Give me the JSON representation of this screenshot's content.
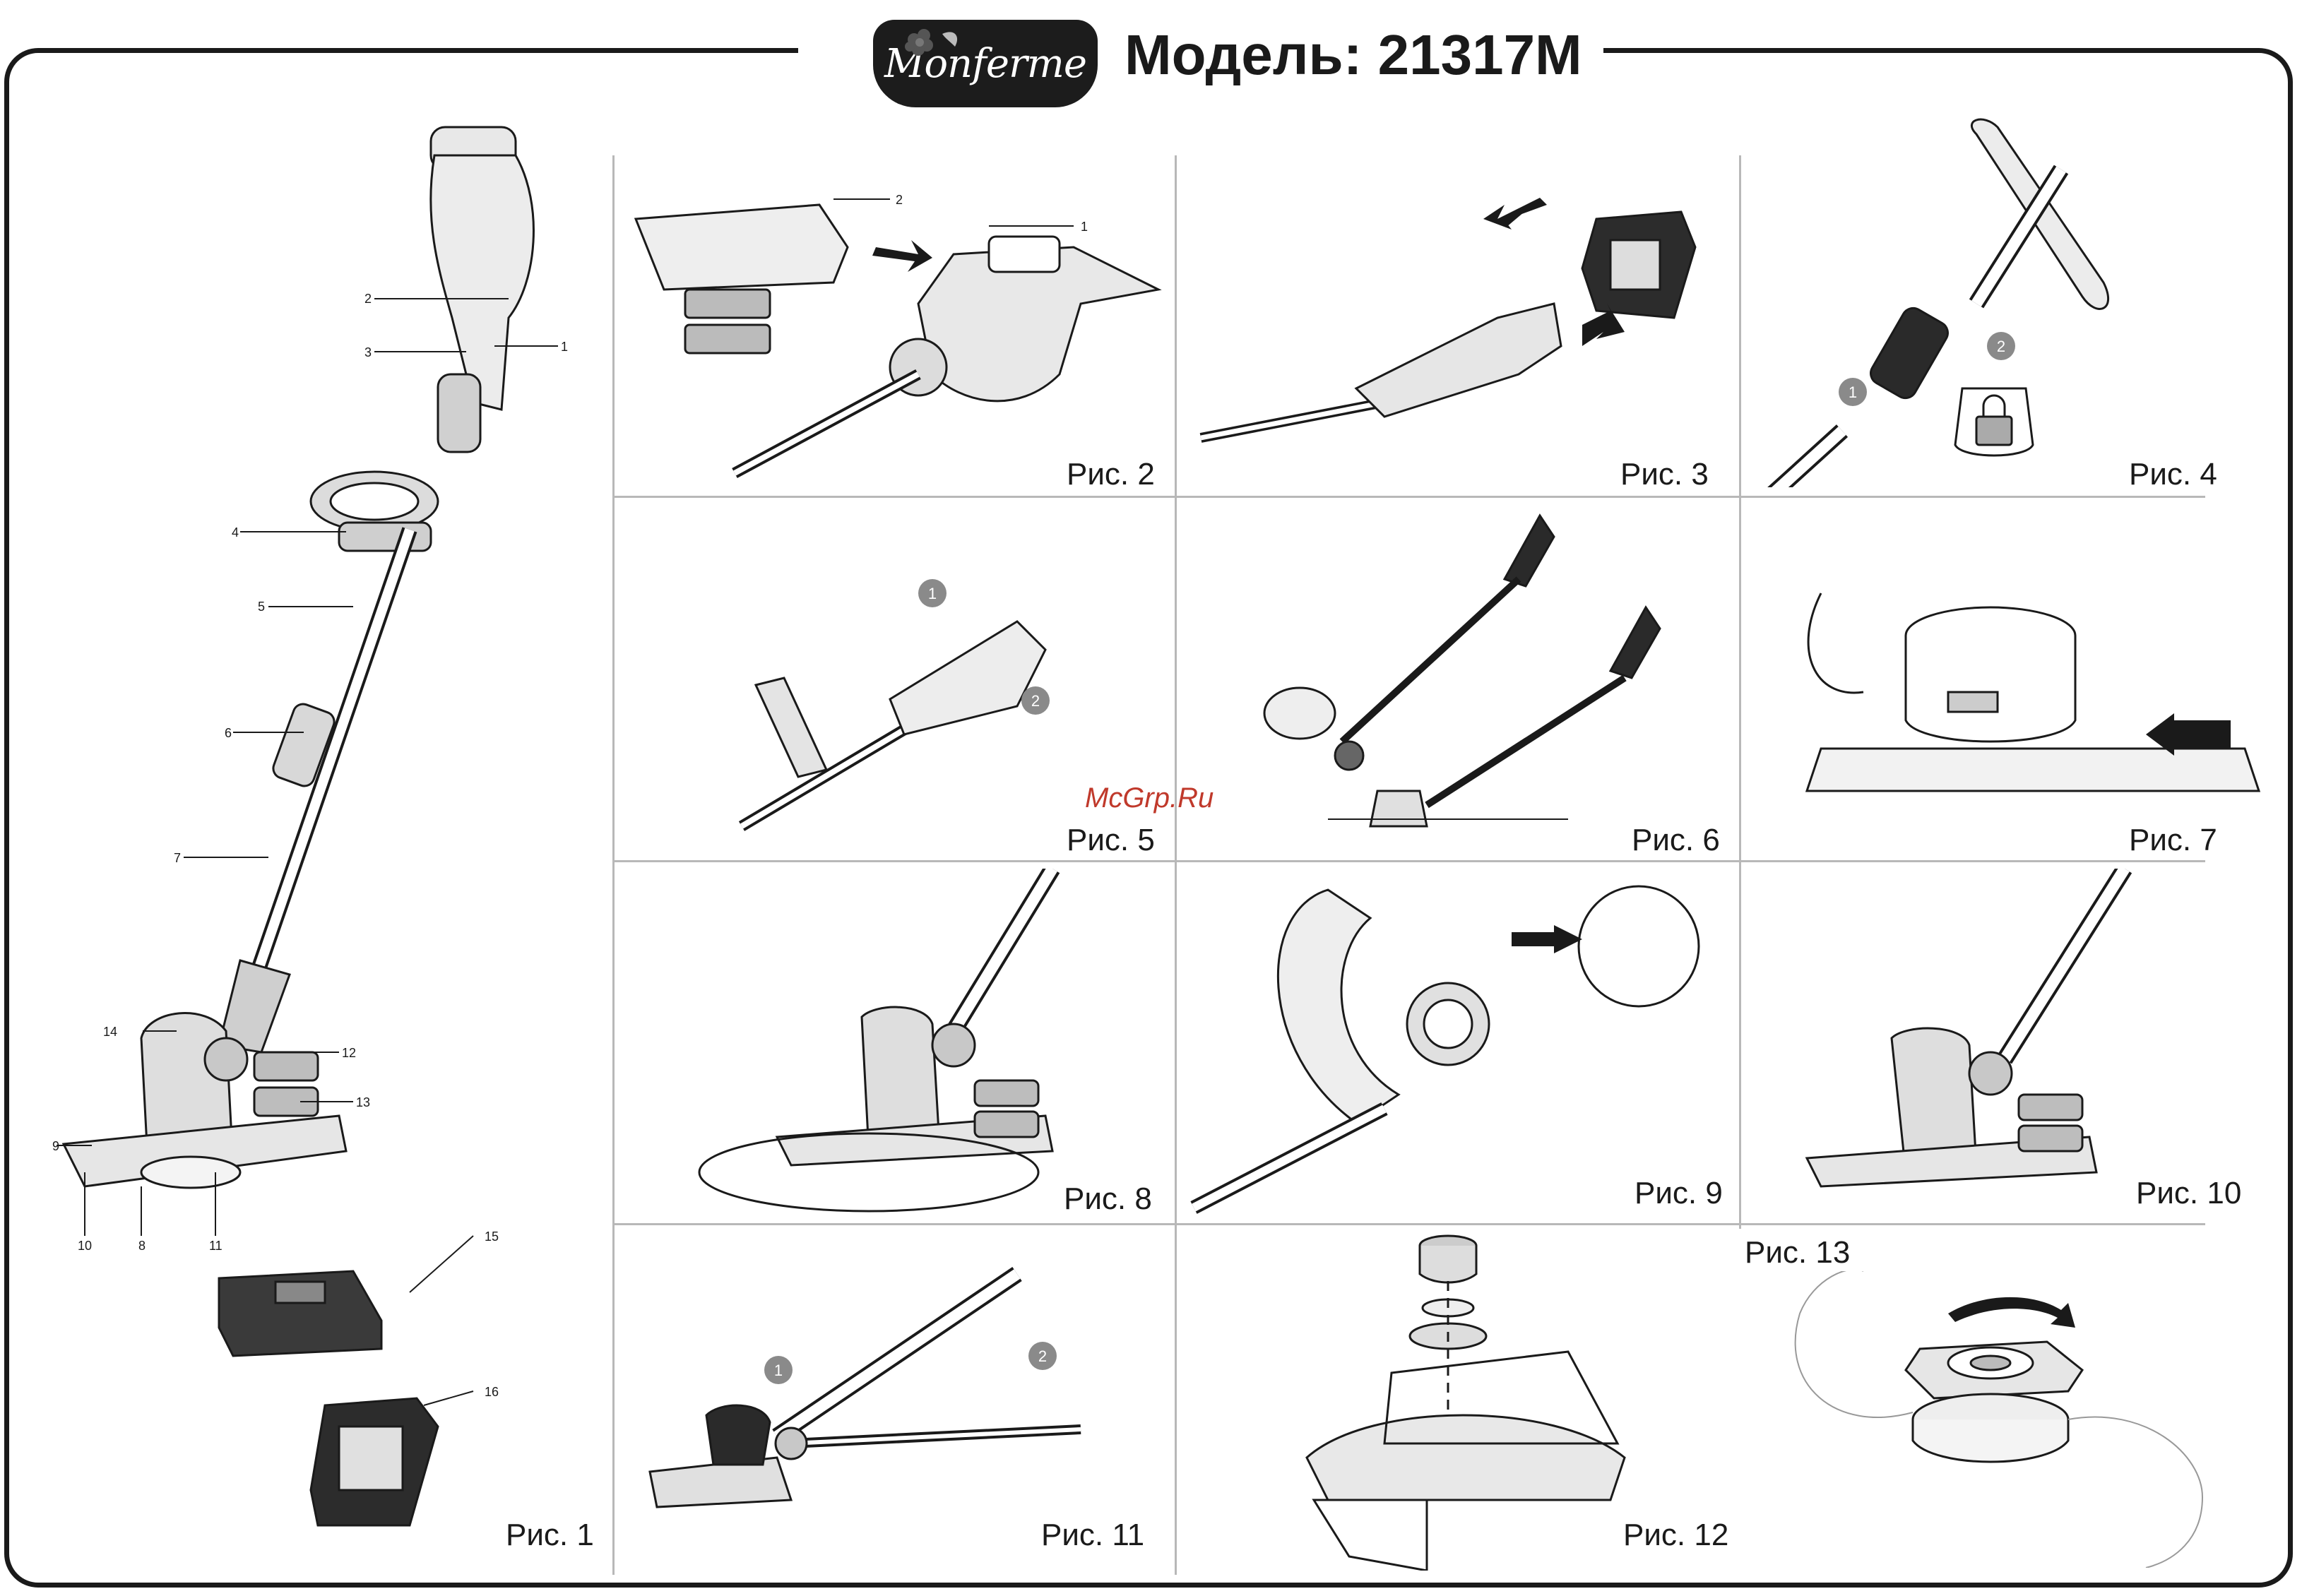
{
  "brand": {
    "logo_text": "Monferme"
  },
  "header": {
    "title": "Модель: 21317M"
  },
  "watermark": "McGrp.Ru",
  "figures": {
    "fig1": "Рис. 1",
    "fig2": "Рис. 2",
    "fig3": "Рис. 3",
    "fig4": "Рис. 4",
    "fig5": "Рис. 5",
    "fig6": "Рис. 6",
    "fig7": "Рис. 7",
    "fig8": "Рис. 8",
    "fig9": "Рис. 9",
    "fig10": "Рис. 10",
    "fig11": "Рис. 11",
    "fig12": "Рис. 12",
    "fig13": "Рис. 13"
  },
  "fig1_callouts": [
    "1",
    "2",
    "3",
    "4",
    "5",
    "6",
    "7",
    "8",
    "9",
    "10",
    "11",
    "12",
    "13",
    "14",
    "15",
    "16"
  ],
  "fig2_callouts": [
    "1",
    "2"
  ],
  "step_badges": [
    "1",
    "2"
  ],
  "colors": {
    "ink": "#1a1a1a",
    "badge": "#8a8a8a",
    "grid": "#b8b8b8",
    "watermark": "#c0392b"
  }
}
